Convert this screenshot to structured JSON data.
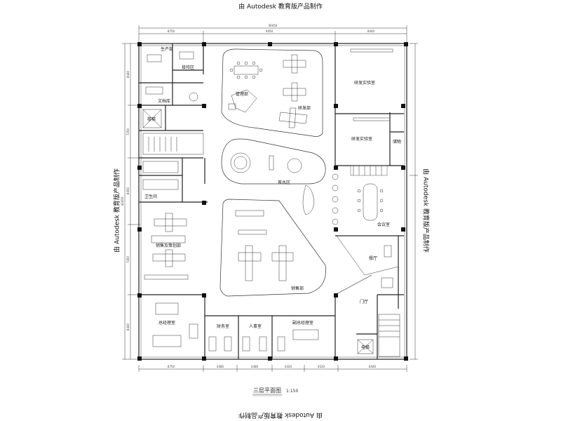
{
  "watermark": "由 Autodesk 教育版产品制作",
  "plan_title": "三层平面图",
  "plan_scale": "1:150",
  "rooms": {
    "production": "生产部",
    "reception": "接待区",
    "archive": "文档库",
    "stairs": "楼梯",
    "restroom": "卫生间",
    "management": "管理部",
    "rnd": "研发部",
    "lab1": "研发实验室",
    "lab2": "研发实验室",
    "storage": "储物",
    "tea": "茶水区",
    "meeting": "会议室",
    "sales_planning": "销售及策划部",
    "restaurant": "餐厅",
    "sales": "销售部",
    "lobby": "门厅",
    "gm": "总经理室",
    "finance": "财务室",
    "hr": "人事室",
    "deputy_gm": "副总经理室",
    "elevator": "电梯"
  },
  "dims": {
    "top_total": "36450",
    "top_1": "8750",
    "top_2": "9450",
    "top_3": "8440",
    "bottom_1": "8750",
    "bottom_2": "4380",
    "bottom_3": "4380",
    "bottom_4": "4320",
    "bottom_5": "4520",
    "bottom_6": "8440",
    "left_total": "42450",
    "left_1": "8440",
    "left_2": "7250",
    "left_3": "8450",
    "left_4": "7450",
    "left_5": "8440"
  }
}
